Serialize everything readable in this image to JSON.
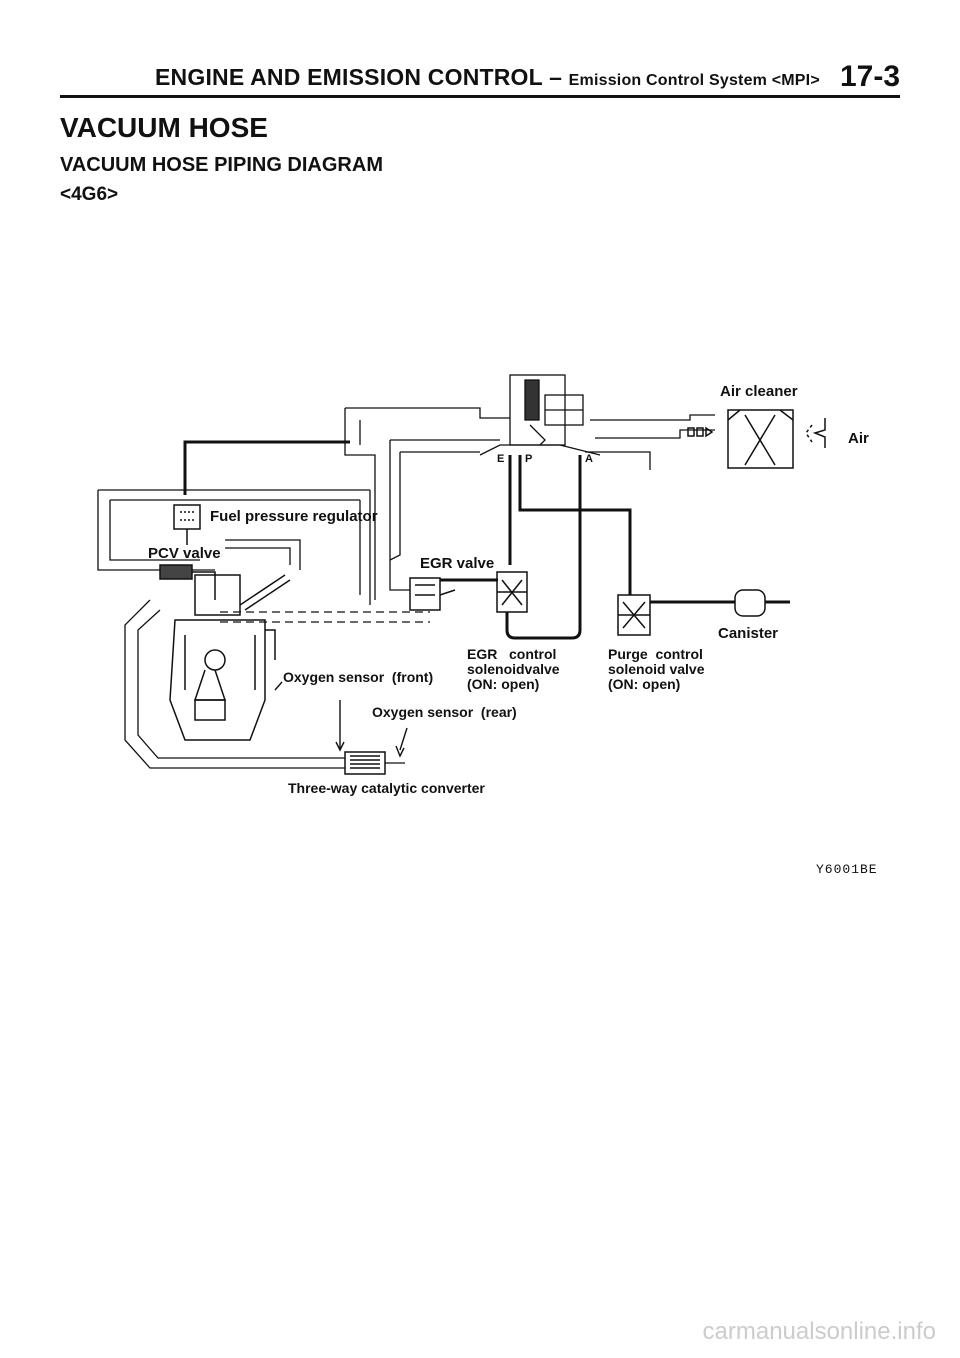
{
  "header": {
    "section": "ENGINE AND EMISSION CONTROL",
    "separator": "–",
    "subsection": "Emission Control System <MPI>",
    "page_number": "17-3"
  },
  "heading": "VACUUM HOSE",
  "subheading": "VACUUM HOSE PIPING DIAGRAM",
  "engine_code": "<4G6>",
  "diagram": {
    "labels": {
      "air_cleaner": "Air cleaner",
      "air": "Air",
      "fuel_pressure_regulator": "Fuel pressure regulator",
      "pcv_valve": "PCV valve",
      "egr_valve": "EGR valve",
      "canister": "Canister",
      "egr_control_solenoid": [
        "EGR   control",
        "solenoidvalve",
        "(ON: open)"
      ],
      "purge_control_solenoid": [
        "Purge  control",
        "solenoid valve",
        "(ON: open)"
      ],
      "oxygen_sensor_front": "Oxygen sensor  (front)",
      "oxygen_sensor_rear": "Oxygen sensor  (rear)",
      "catalytic_converter": "Three-way catalytic converter",
      "port_e": "E",
      "port_p": "P",
      "port_a": "A"
    }
  },
  "figure_code": "Y6001BE",
  "watermark": "carmanualsonline.info"
}
